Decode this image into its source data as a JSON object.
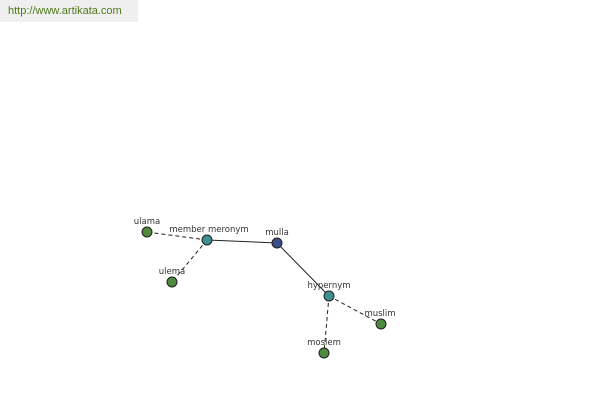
{
  "banner": {
    "url": "http://www.artikata.com"
  },
  "graph": {
    "colors": {
      "root": "#3a4e8c",
      "relation": "#3f8f8f",
      "word": "#4e8a3e",
      "edge": "#222222"
    },
    "nodes": [
      {
        "id": "mulla",
        "label": "mulla",
        "kind": "root"
      },
      {
        "id": "member-meronym",
        "label": "member meronym",
        "kind": "relation"
      },
      {
        "id": "hypernym",
        "label": "hypernym",
        "kind": "relation"
      },
      {
        "id": "ulama",
        "label": "ulama",
        "kind": "word"
      },
      {
        "id": "ulema",
        "label": "ulema",
        "kind": "word"
      },
      {
        "id": "muslim",
        "label": "muslim",
        "kind": "word"
      },
      {
        "id": "moslem",
        "label": "moslem",
        "kind": "word"
      }
    ],
    "edges": [
      {
        "from": "mulla",
        "to": "member-meronym",
        "style": "solid"
      },
      {
        "from": "mulla",
        "to": "hypernym",
        "style": "solid"
      },
      {
        "from": "member-meronym",
        "to": "ulama",
        "style": "dashed"
      },
      {
        "from": "member-meronym",
        "to": "ulema",
        "style": "dashed"
      },
      {
        "from": "hypernym",
        "to": "muslim",
        "style": "dashed"
      },
      {
        "from": "hypernym",
        "to": "moslem",
        "style": "dashed"
      }
    ]
  }
}
